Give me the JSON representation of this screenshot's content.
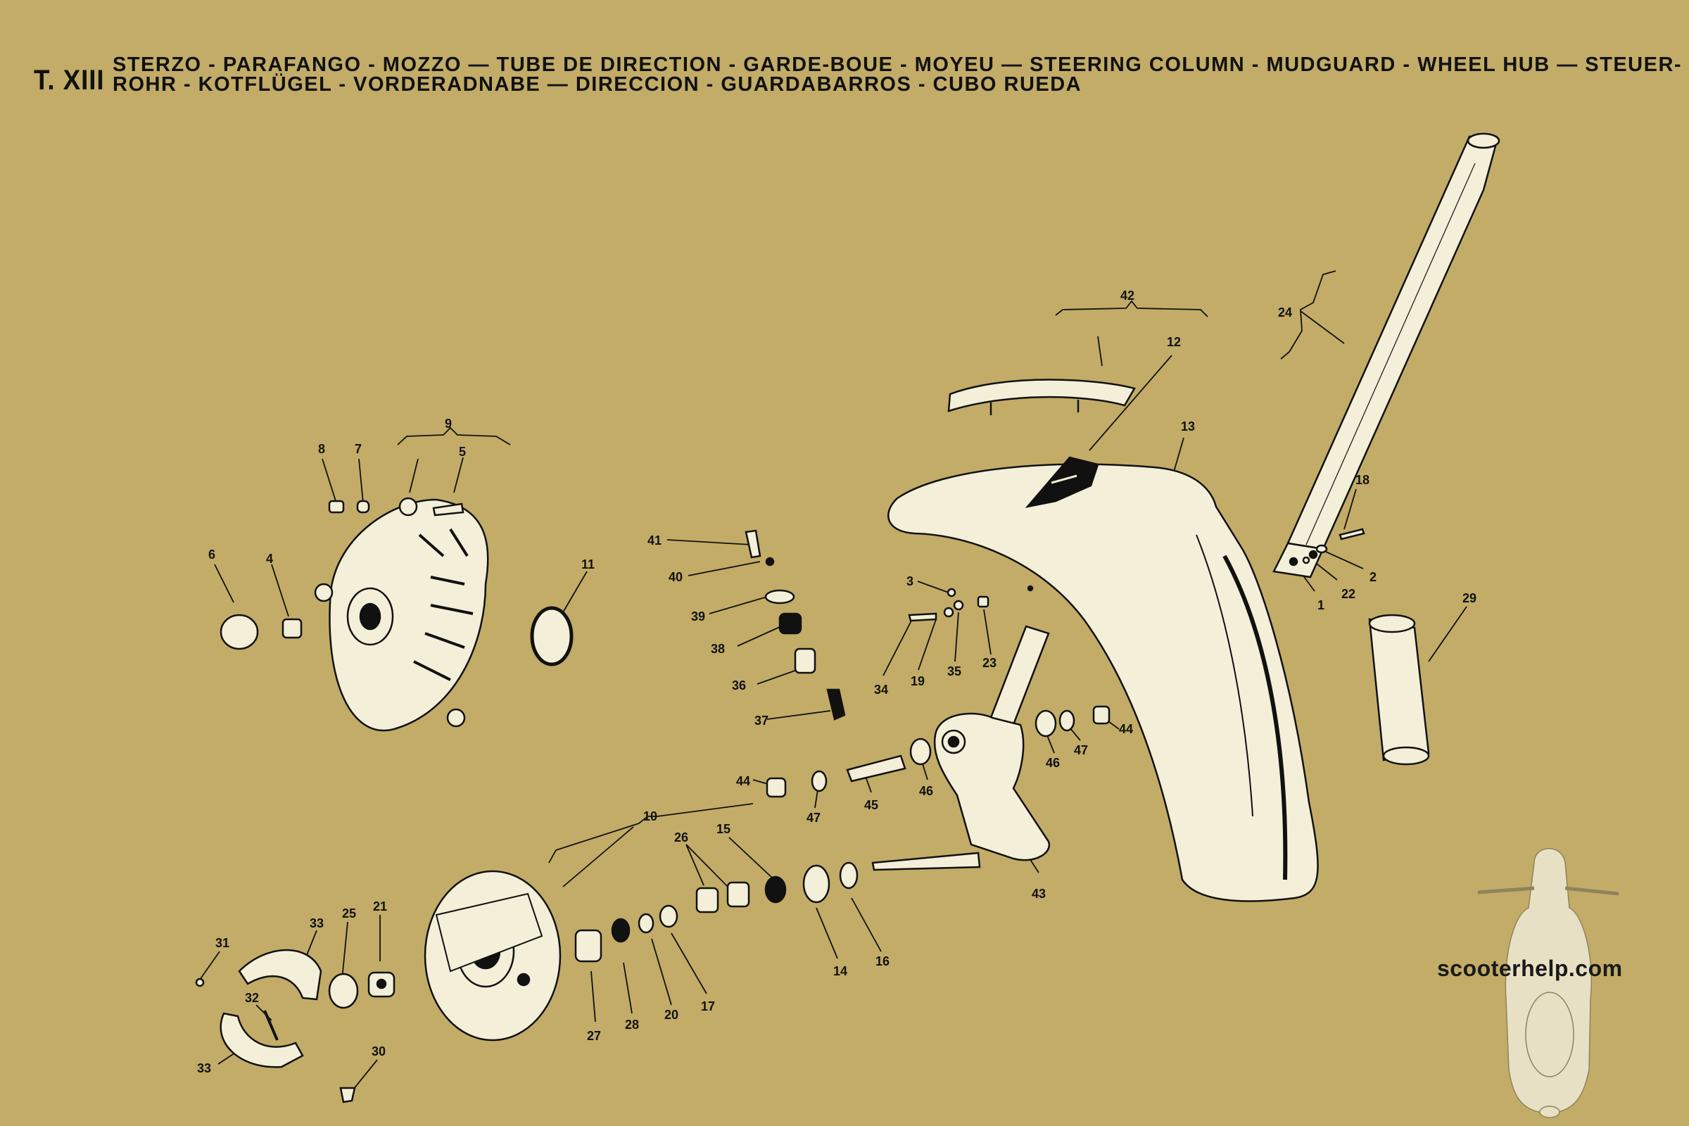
{
  "plate": {
    "number": "T. XIII",
    "title_line1": "STERZO - PARAFANGO - MOZZO — TUBE DE DIRECTION - GARDE-BOUE - MOYEU — STEERING COLUMN - MUDGUARD - WHEEL HUB — STEUER-",
    "title_line2": "ROHR - KOTFLÜGEL - VORDERADNABE — DIRECCION - GUARDABARROS - CUBO RUEDA"
  },
  "watermark": {
    "text": "scooterhelp.com"
  },
  "colors": {
    "background": "#c2ac67",
    "ink": "#111111",
    "part_fill": "#f3efd8"
  },
  "part_labels": [
    {
      "id": "l-42",
      "text": "42"
    },
    {
      "id": "l-12",
      "text": "12"
    },
    {
      "id": "l-24",
      "text": "24"
    },
    {
      "id": "l-13",
      "text": "13"
    },
    {
      "id": "l-18",
      "text": "18"
    },
    {
      "id": "l-2",
      "text": "2"
    },
    {
      "id": "l-22",
      "text": "22"
    },
    {
      "id": "l-1",
      "text": "1"
    },
    {
      "id": "l-29",
      "text": "29"
    },
    {
      "id": "l-9",
      "text": "9"
    },
    {
      "id": "l-8",
      "text": "8"
    },
    {
      "id": "l-7",
      "text": "7"
    },
    {
      "id": "l-5",
      "text": "5"
    },
    {
      "id": "l-6",
      "text": "6"
    },
    {
      "id": "l-4",
      "text": "4"
    },
    {
      "id": "l-11",
      "text": "11"
    },
    {
      "id": "l-41",
      "text": "41"
    },
    {
      "id": "l-40",
      "text": "40"
    },
    {
      "id": "l-39",
      "text": "39"
    },
    {
      "id": "l-38",
      "text": "38"
    },
    {
      "id": "l-36",
      "text": "36"
    },
    {
      "id": "l-37",
      "text": "37"
    },
    {
      "id": "l-3",
      "text": "3"
    },
    {
      "id": "l-34",
      "text": "34"
    },
    {
      "id": "l-19",
      "text": "19"
    },
    {
      "id": "l-35",
      "text": "35"
    },
    {
      "id": "l-23",
      "text": "23"
    },
    {
      "id": "l-44a",
      "text": "44"
    },
    {
      "id": "l-47a",
      "text": "47"
    },
    {
      "id": "l-45",
      "text": "45"
    },
    {
      "id": "l-46a",
      "text": "46"
    },
    {
      "id": "l-46b",
      "text": "46"
    },
    {
      "id": "l-47b",
      "text": "47"
    },
    {
      "id": "l-44b",
      "text": "44"
    },
    {
      "id": "l-43",
      "text": "43"
    },
    {
      "id": "l-10",
      "text": "10"
    },
    {
      "id": "l-26",
      "text": "26"
    },
    {
      "id": "l-15",
      "text": "15"
    },
    {
      "id": "l-14",
      "text": "14"
    },
    {
      "id": "l-16",
      "text": "16"
    },
    {
      "id": "l-27",
      "text": "27"
    },
    {
      "id": "l-28",
      "text": "28"
    },
    {
      "id": "l-20",
      "text": "20"
    },
    {
      "id": "l-17",
      "text": "17"
    },
    {
      "id": "l-33a",
      "text": "33"
    },
    {
      "id": "l-25",
      "text": "25"
    },
    {
      "id": "l-21",
      "text": "21"
    },
    {
      "id": "l-31",
      "text": "31"
    },
    {
      "id": "l-32",
      "text": "32"
    },
    {
      "id": "l-33b",
      "text": "33"
    },
    {
      "id": "l-30",
      "text": "30"
    }
  ]
}
